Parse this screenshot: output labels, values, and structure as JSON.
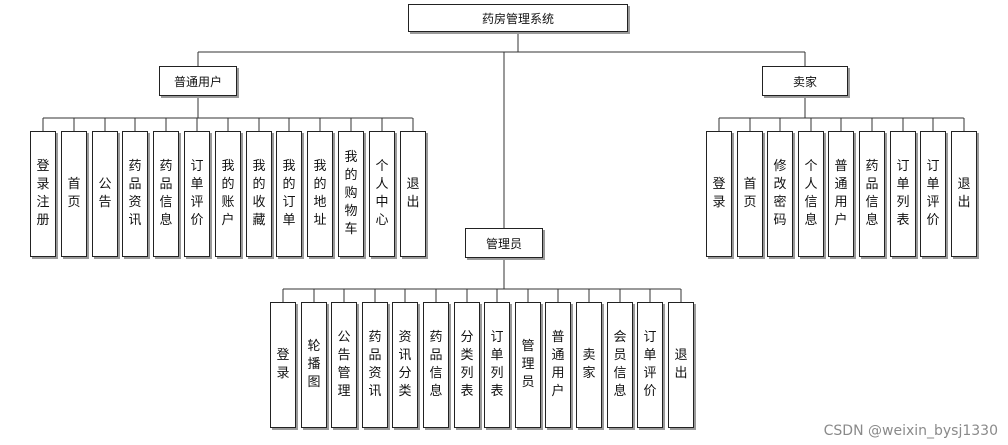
{
  "root": {
    "label": "药房管理系统"
  },
  "branches": [
    {
      "key": "user",
      "label": "普通用户",
      "children": [
        "登录注册",
        "首页",
        "公告",
        "药品资讯",
        "药品信息",
        "订单评价",
        "我的账户",
        "我的收藏",
        "我的订单",
        "我的地址",
        "我的购物车",
        "个人中心",
        "退出"
      ]
    },
    {
      "key": "admin",
      "label": "管理员",
      "children": [
        "登录",
        "轮播图",
        "公告管理",
        "药品资讯",
        "资讯分类",
        "药品信息",
        "分类列表",
        "订单列表",
        "管理员",
        "普通用户",
        "卖家",
        "会员信息",
        "订单评价",
        "退出"
      ]
    },
    {
      "key": "seller",
      "label": "卖家",
      "children": [
        "登录",
        "首页",
        "修改密码",
        "个人信息",
        "普通用户",
        "药品信息",
        "订单列表",
        "订单评价",
        "退出"
      ]
    }
  ],
  "watermark": "CSDN @weixin_bysj1330"
}
